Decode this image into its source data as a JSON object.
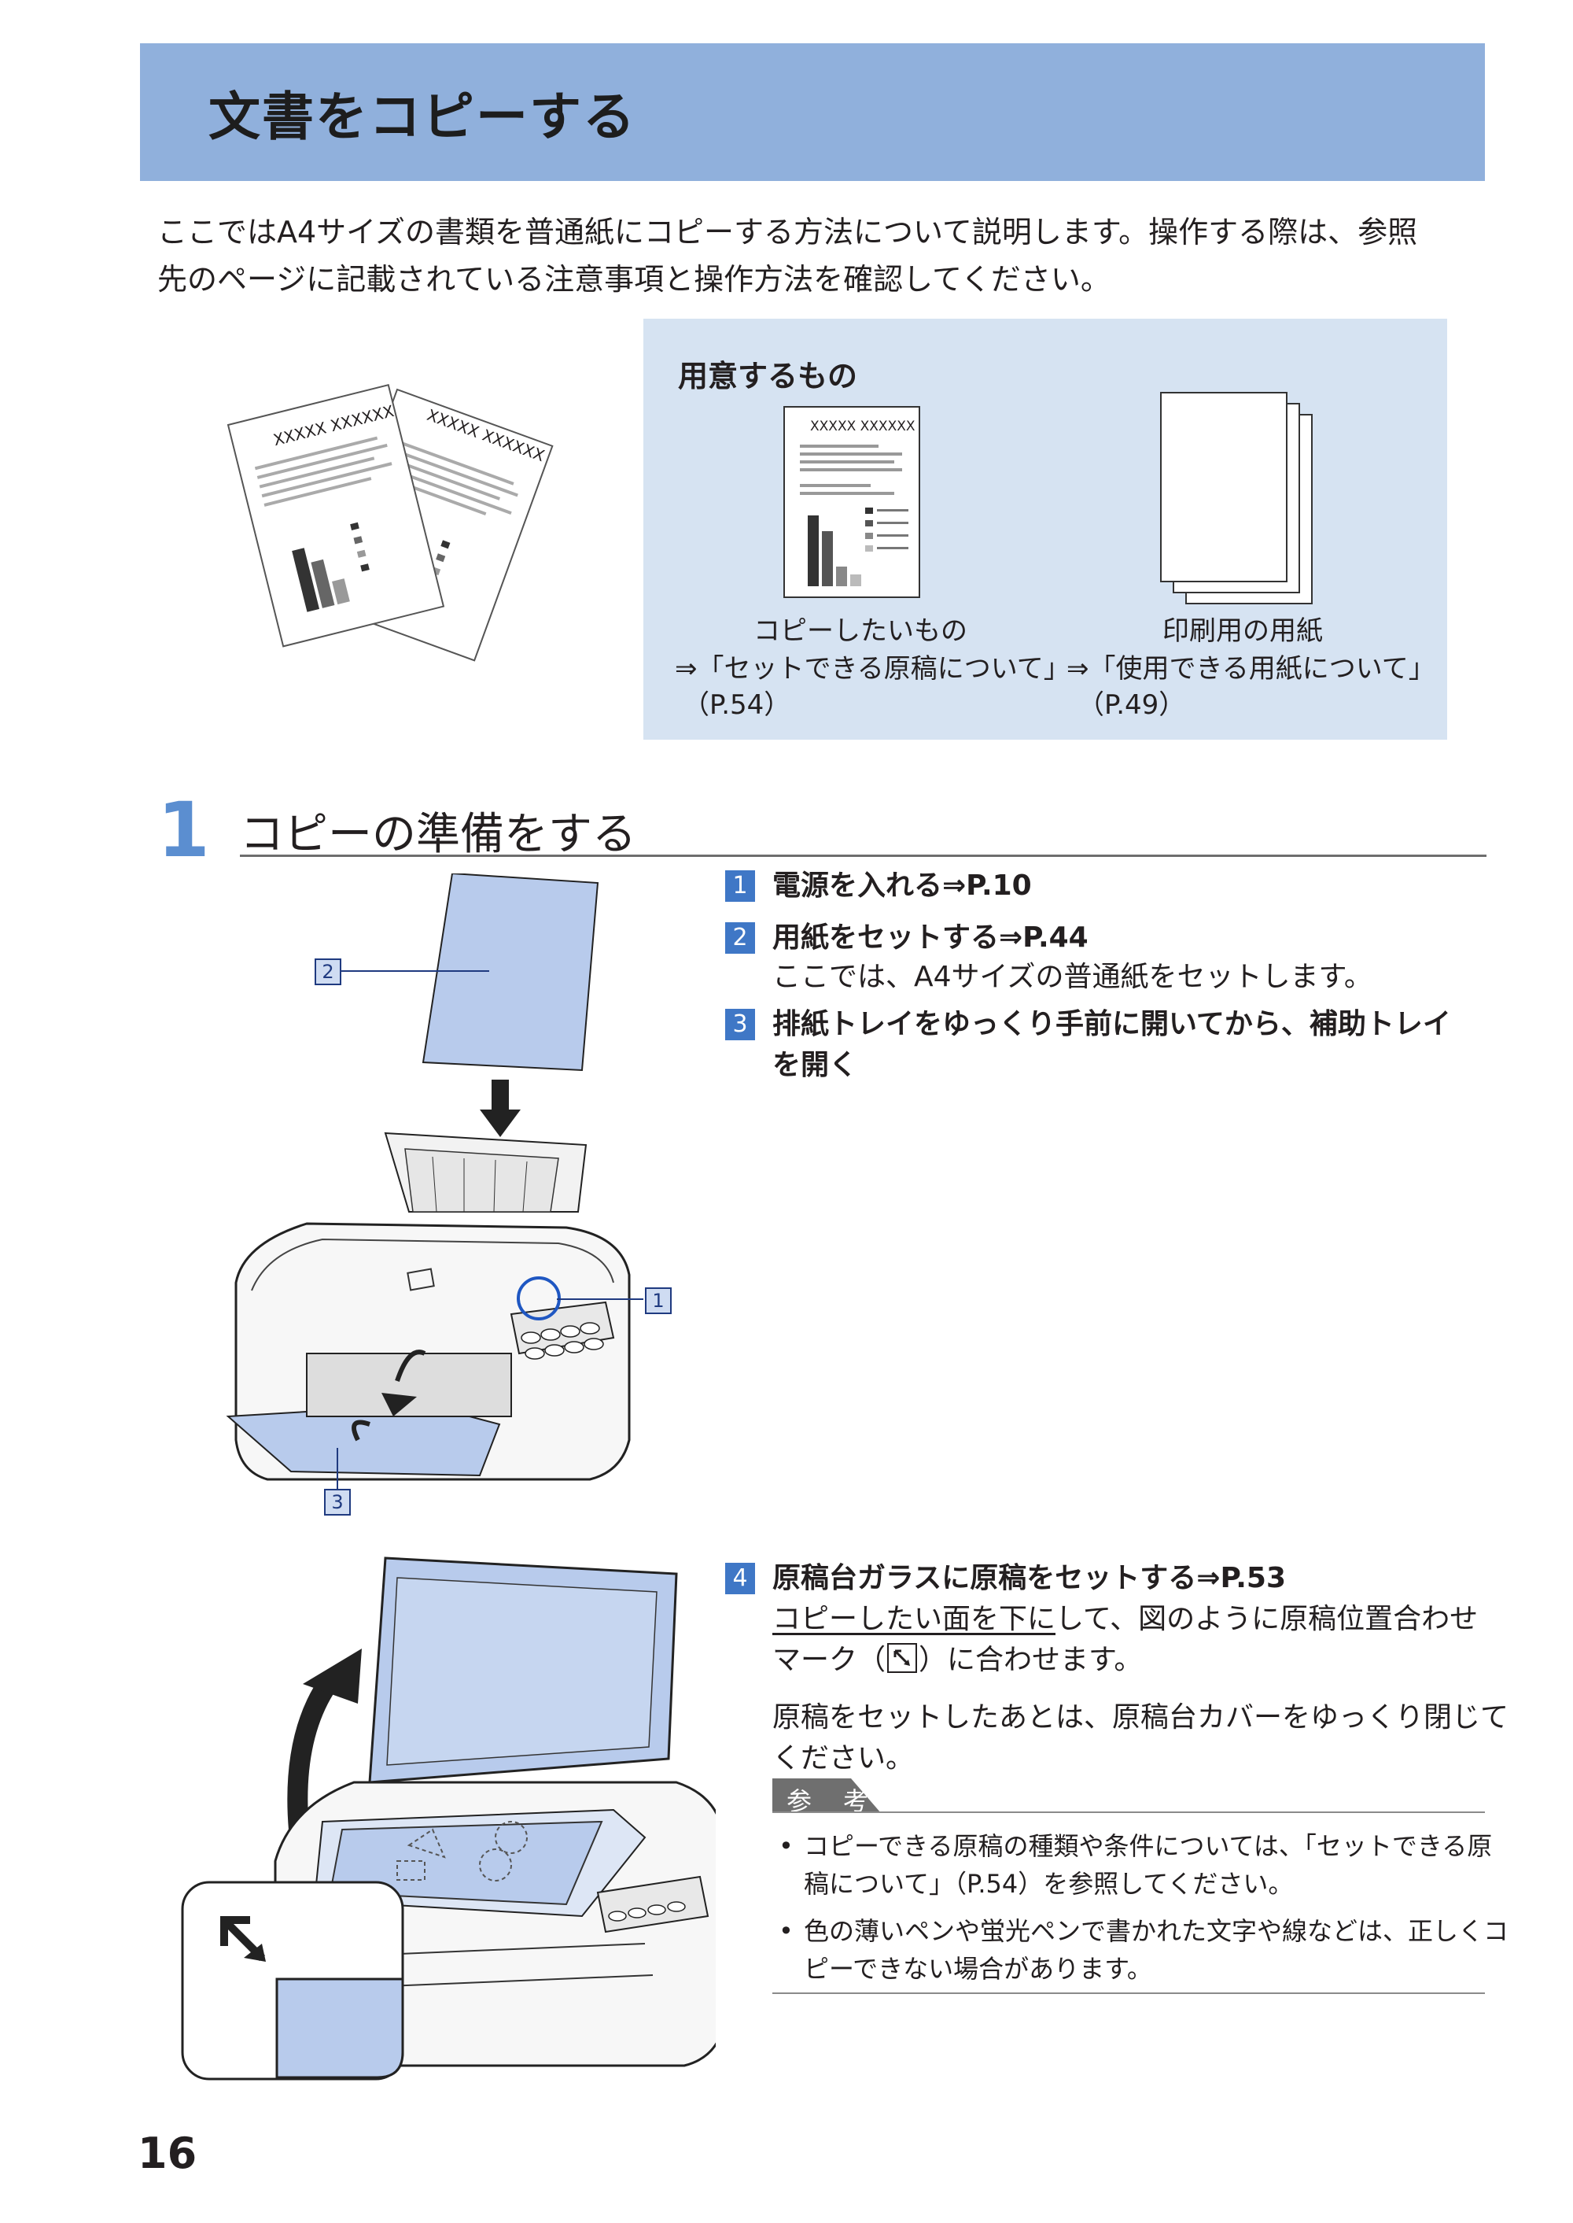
{
  "header": {
    "title": "文書をコピーする"
  },
  "intro": {
    "line1": "ここではA4サイズの書類を普通紙にコピーする方法について説明します。操作する際は、参照",
    "line2": "先のページに記載されている注意事項と操作方法を確認してください。"
  },
  "preparation": {
    "title": "用意するもの",
    "doc_placeholder": "XXXXX XXXXXX",
    "items": [
      {
        "name": "コピーしたいもの",
        "ref": "⇒「セットできる原稿について」",
        "page": "（P.54）"
      },
      {
        "name": "印刷用の用紙",
        "ref": "⇒「使用できる用紙について」",
        "page": "（P.49）"
      }
    ]
  },
  "section": {
    "number": "1",
    "title": "コピーの準備をする",
    "steps": [
      {
        "num": "1",
        "text": "電源を入れる⇒P.10"
      },
      {
        "num": "2",
        "text": "用紙をセットする⇒P.44",
        "sub": "ここでは、A4サイズの普通紙をセットします。"
      },
      {
        "num": "3",
        "text_line1": "排紙トレイをゆっくり手前に開いてから、補助トレイ",
        "text_line2": "を開く"
      },
      {
        "num": "4",
        "text": "原稿台ガラスに原稿をセットする⇒P.53",
        "sub_underlined": "コピーしたい面を下に",
        "sub_rest1": "して、図のように原稿位置合わせ",
        "sub_line2_a": "マーク（",
        "sub_line2_b": "）に合わせます。",
        "sub2_line1": "原稿をセットしたあとは、原稿台カバーをゆっくり閉じて",
        "sub2_line2": "ください。"
      }
    ],
    "callouts": [
      "2",
      "1",
      "3"
    ]
  },
  "note": {
    "label": "参　考",
    "bullets": [
      {
        "line1": "コピーできる原稿の種類や条件については、「セットできる原",
        "line2": "稿について」（P.54）を参照してください。"
      },
      {
        "line1": "色の薄いペンや蛍光ペンで書かれた文字や線などは、正しくコ",
        "line2": "ピーできない場合があります。"
      }
    ]
  },
  "footer": {
    "page_number": "16"
  },
  "colors": {
    "banner": "#90b0dc",
    "box": "#d6e3f2",
    "badge": "#3f77c6",
    "step_number": "#5b8ed0",
    "paper_blue": "#b8cbec"
  }
}
